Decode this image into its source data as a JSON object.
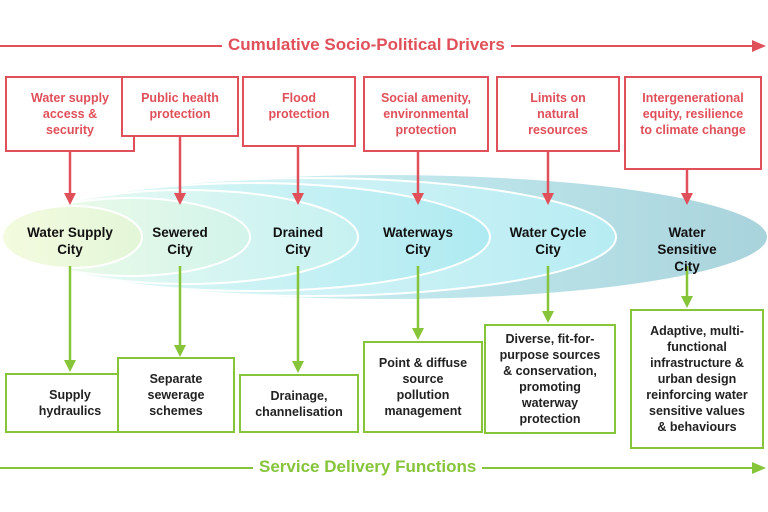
{
  "drivers_banner": "Cumulative Socio-Political Drivers",
  "functions_banner": "Service Delivery Functions",
  "colors": {
    "drivers": "#e0505a",
    "functions": "#86c43a"
  },
  "drivers": [
    "Water supply\naccess &\nsecurity",
    "Public health\nprotection",
    "Flood\nprotection",
    "Social amenity,\nenvironmental\nprotection",
    "Limits on\nnatural\nresources",
    "Intergenerational\nequity, resilience\nto climate change"
  ],
  "stages": [
    "Water Supply\nCity",
    "Sewered\nCity",
    "Drained\nCity",
    "Waterways\nCity",
    "Water Cycle\nCity",
    "Water Sensitive\nCity"
  ],
  "functions": [
    "Supply\nhydraulics",
    "Separate\nsewerage\nschemes",
    "Drainage,\nchannelisation",
    "Point & diffuse\nsource\npollution\nmanagement",
    "Diverse, fit-for-\npurpose sources\n& conservation,\npromoting\nwaterway\nprotection",
    "Adaptive, multi-\nfunctional\ninfrastructure &\nurban design\nreinforcing water\nsensitive values\n& behaviours"
  ]
}
